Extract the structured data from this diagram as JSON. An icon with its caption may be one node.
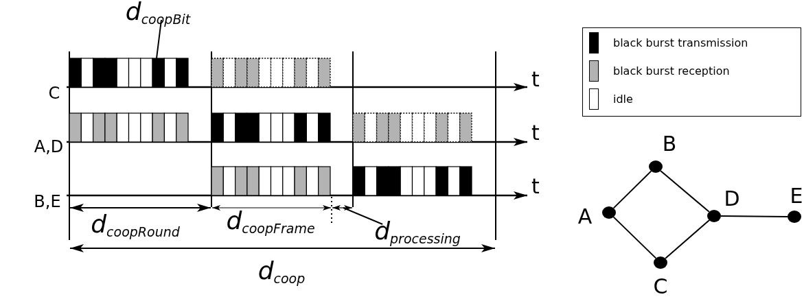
{
  "diagram": {
    "nodes": [
      {
        "text": [
          "d$_{coopBit}$"
        ]
      },
      {
        "text": [
          "d$_{processing}$"
        ]
      },
      {
        "text": [],
        "shape": "circle",
        "beside": [
          "A"
        ]
      },
      {
        "text": [],
        "shape": "circle",
        "beside": [
          "B"
        ]
      },
      {
        "text": [],
        "shape": "circle",
        "beside": [
          "C"
        ]
      },
      {
        "text": [],
        "shape": "circle",
        "beside": [
          "D"
        ]
      },
      {
        "text": [],
        "shape": "circle",
        "beside": [
          "E"
        ]
      },
      {
        "text": [],
        "shape": "bar"
      }
    ],
    "edges": [
      {
        "from": 0,
        "to": 7,
        "arrow": "none"
      },
      {
        "from": 1,
        "to": null,
        "arrow": "none"
      },
      {
        "from": 2,
        "to": 3,
        "arrow": "none"
      },
      {
        "from": 2,
        "to": 4,
        "arrow": "none"
      },
      {
        "from": 3,
        "to": 5,
        "arrow": "none"
      },
      {
        "from": 4,
        "to": 5,
        "arrow": "none"
      },
      {
        "from": 5,
        "to": 6,
        "arrow": "none"
      }
    ],
    "labels": [
      "C",
      "t",
      "A,D",
      "t",
      "B,E",
      "t",
      "d$_{coopRound}$",
      "d$_{coopFrame}$",
      "d$_{coop}$"
    ],
    "legend": [
      {
        "text": "black burst transmission",
        "color": "#000000"
      },
      {
        "text": "black burst reception",
        "color": "#b3b3b3"
      },
      {
        "text": "idle",
        "color": "#ffffff"
      }
    ]
  }
}
